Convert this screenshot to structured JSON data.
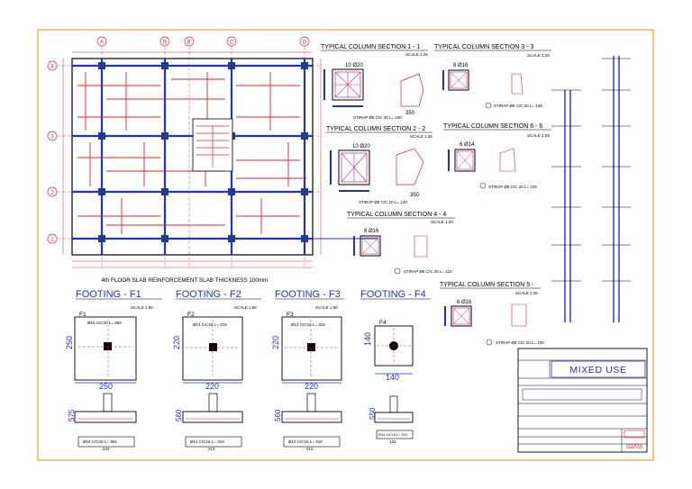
{
  "plan": {
    "grid_letters": [
      "A",
      "B",
      "B'",
      "C",
      "D"
    ],
    "grid_numbers": [
      "4",
      "3",
      "2",
      "1"
    ],
    "title": "4th FLOOR SLAB REINFORCEMENT SLAB THICKNESS 100mm"
  },
  "sections": [
    {
      "title": "TYPICAL COLUMN SECTION 1 - 1",
      "scale": "SCALE 1:25",
      "bars": "10 Ø20",
      "stirrup": "STIRAP Ø8 C/C 20 L= 180",
      "dim": "350"
    },
    {
      "title": "TYPICAL COLUMN SECTION 2 - 2",
      "scale": "SCALE 1:25",
      "bars": "10 Ø20",
      "stirrup": "STIRAP Ø8 C/C 20 L= 140",
      "dim": "350"
    },
    {
      "title": "TYPICAL COLUMN SECTION 3 - 3",
      "scale": "SCALE 1:25",
      "bars": "8 Ø16",
      "stirrup": "STIRAP Ø8 C/C 20 L= 130"
    },
    {
      "title": "TYPICAL COLUMN SECTION 4 - 4",
      "scale": "SCALE 1:25",
      "bars": "8 Ø16",
      "stirrup": "STIRAP Ø8 C/C 20 L= 110"
    },
    {
      "title": "TYPICAL COLUMN SECTION 5 -",
      "scale": "SCALE 1:25",
      "bars": "6 Ø16",
      "stirrup": "STIRAP Ø8 C/C 20 L= 100"
    },
    {
      "title": "TYPICAL COLUMN SECTION 6 - 6",
      "scale": "SCALE 1:25",
      "bars": "6 Ø14",
      "stirrup": "STIRAP Ø8 C/C 20 L= 100"
    }
  ],
  "footings": [
    {
      "title": "FOOTING - F1",
      "tag": "F1",
      "scale": "SCALE 1:50",
      "plan_size": "250",
      "width": "250",
      "depth": "575",
      "rebar": "Ø16 C/C20 L= 383",
      "base": "243"
    },
    {
      "title": "FOOTING - F2",
      "tag": "F2",
      "scale": "SCALE 1:50",
      "plan_size": "220",
      "width": "220",
      "depth": "560",
      "rebar": "Ø14 C/C16 L= 319",
      "base": "213"
    },
    {
      "title": "FOOTING - F3",
      "tag": "F3",
      "scale": "SCALE 1:50",
      "plan_size": "220",
      "width": "220",
      "depth": "560",
      "rebar": "Ø14 C/C16 L= 319",
      "base": "213"
    },
    {
      "title": "FOOTING - F4",
      "tag": "F4",
      "scale": "",
      "plan_size": "140",
      "width": "140",
      "depth": "550",
      "rebar": "Ø14 C/C16 L= 319",
      "base": "133"
    }
  ],
  "title_block": {
    "project": "MIXED USE",
    "sheet": "02/03"
  },
  "colors": {
    "border": "#f2a93b",
    "line": "#000000",
    "red": "#e8202a",
    "blue": "#2130c8",
    "green": "#1aa34a",
    "magenta": "#cc2288",
    "dim_blue": "#1e2fd6"
  }
}
